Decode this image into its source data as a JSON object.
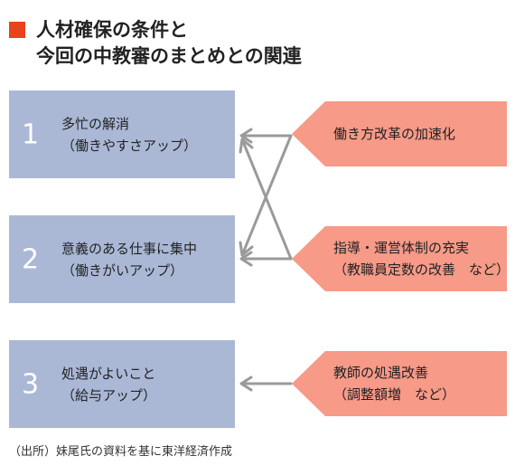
{
  "title": {
    "line1": "人材確保の条件と",
    "line2": "今回の中教審のまとめとの関連"
  },
  "colors": {
    "accent": "#e8431b",
    "left_box": "#aab8d6",
    "right_box": "#f79a88",
    "arrow": "#9a9a9a"
  },
  "conditions": [
    {
      "number": "1",
      "line1": "多忙の解消",
      "line2": "（働きやすさアップ）"
    },
    {
      "number": "2",
      "line1": "意義のある仕事に集中",
      "line2": "（働きがいアップ）"
    },
    {
      "number": "3",
      "line1": "処遇がよいこと",
      "line2": "（給与アップ）"
    }
  ],
  "measures": [
    {
      "line1": "働き方改革の加速化",
      "line2": ""
    },
    {
      "line1": "指導・運営体制の充実",
      "line2": "（教職員定数の改善　など）"
    },
    {
      "line1": "教師の処遇改善",
      "line2": "（調整額増　など）"
    }
  ],
  "source": "（出所）妹尾氏の資料を基に東洋経済作成"
}
